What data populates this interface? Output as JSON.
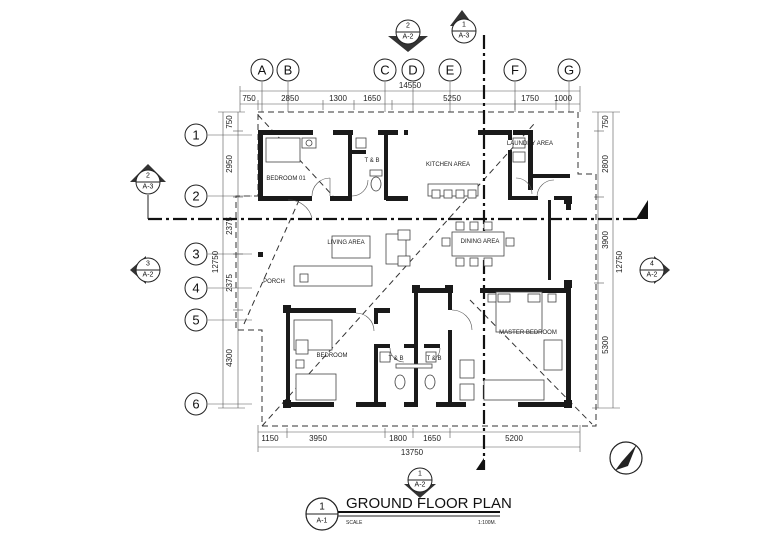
{
  "grid_columns": [
    "A",
    "B",
    "C",
    "D",
    "E",
    "F",
    "G"
  ],
  "grid_rows": [
    "1",
    "2",
    "3",
    "4",
    "5",
    "6"
  ],
  "top_dimensions": {
    "overall": "14550",
    "segments": [
      "750",
      "2850",
      "1300",
      "1650",
      "5250",
      "1750",
      "1000"
    ]
  },
  "bottom_dimensions": {
    "overall": "13750",
    "segments": [
      "1150",
      "3950",
      "1800",
      "1650",
      "5200"
    ]
  },
  "left_dimensions": {
    "overall": "12750",
    "segments": [
      "750",
      "2950",
      "2375",
      "2375",
      "4300"
    ]
  },
  "right_dimensions": {
    "overall": "12750",
    "segments": [
      "750",
      "2800",
      "3900",
      "5300"
    ]
  },
  "rooms": {
    "bedroom1": "BEDROOM 01",
    "tb_top": "T & B",
    "kitchen": "KITCHEN AREA",
    "laundry": "LAUNDRY AREA",
    "living": "LIVING AREA",
    "dining": "DINING AREA",
    "porch": "PORCH",
    "bedroom2": "BEDROOM",
    "tb_left": "T & B",
    "tb_right": "T & B",
    "master": "MASTER BEDROOM"
  },
  "section_markers": {
    "top_left": {
      "num": "2",
      "sheet": "A-2"
    },
    "top_right": {
      "num": "1",
      "sheet": "A-3"
    },
    "left_upper": {
      "num": "2",
      "sheet": "A-3"
    },
    "left_lower": {
      "num": "3",
      "sheet": "A-2"
    },
    "right": {
      "num": "4",
      "sheet": "A-2"
    },
    "bottom": {
      "num": "1",
      "sheet": "A-2"
    }
  },
  "title_block": {
    "number": "1",
    "sheet": "A-1",
    "title": "GROUND FLOOR PLAN",
    "scale_label": "SCALE",
    "scale_value": "1:100M."
  }
}
